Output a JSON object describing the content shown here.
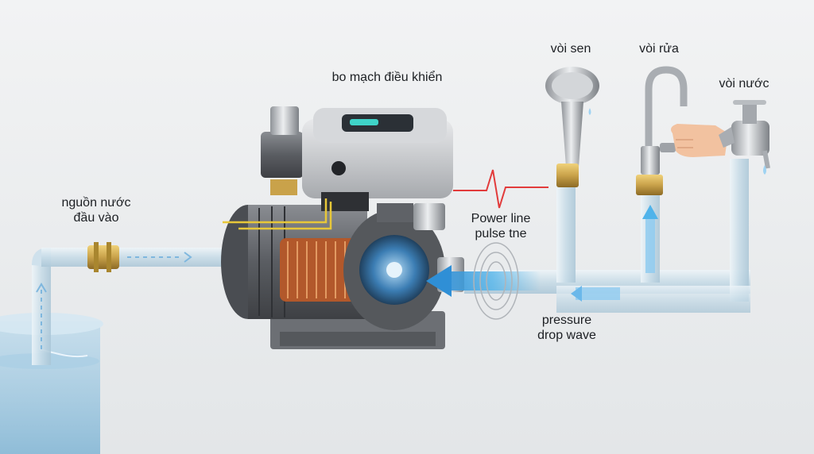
{
  "labels": {
    "shower": "vòi sen",
    "sink_faucet": "vòi rửa",
    "tap": "vòi nước",
    "control_board": "bo mạch điều khiển",
    "inlet_line1": "nguồn nước",
    "inlet_line2": "đầu vào",
    "pulse_line1": "Power line",
    "pulse_line2": "pulse tne",
    "wave_line1": "pressure",
    "wave_line2": "drop wave"
  },
  "colors": {
    "background": "#eceef0",
    "pipe": "#c9dde8",
    "flow_arrow": "#4fb3ea",
    "pulse_signal": "#e23b3b",
    "brass": "#c9a24a",
    "pump_body": "#5f6267",
    "controller": "#c7c9cc",
    "display": "#3fd3c8"
  },
  "icons": [
    "shower-head-icon",
    "sink-faucet-icon",
    "wall-tap-icon",
    "hand-icon",
    "water-tank-icon",
    "pulse-waveform-icon"
  ]
}
